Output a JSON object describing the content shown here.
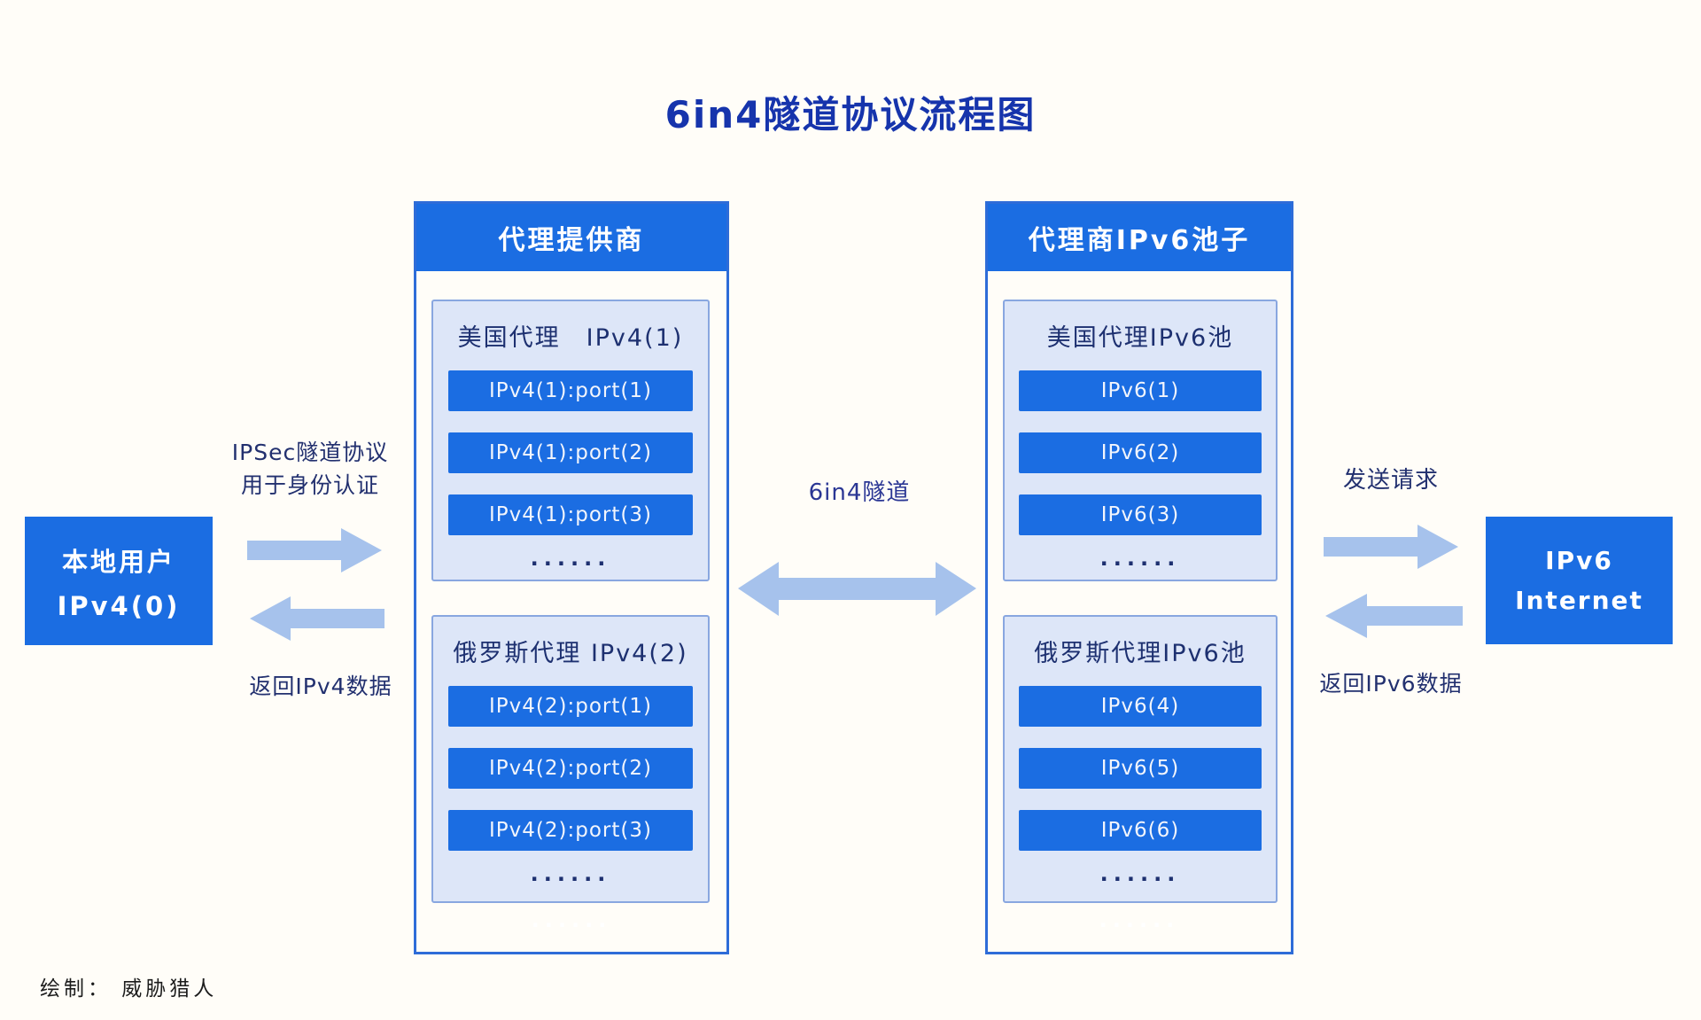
{
  "title": "6in4隧道协议流程图",
  "credit": "绘制： 威胁猎人",
  "colors": {
    "background": "#fffdf8",
    "accent_blue": "#1b6de2",
    "title_blue": "#1634ac",
    "navy_text": "#22306f",
    "arrow_blue": "#a6c2ec",
    "panel_fill": "#dde6f8",
    "panel_border": "#89a7e0",
    "container_border": "#2e6cd8"
  },
  "local_user": {
    "line1": "本地用户",
    "line2": "IPv4(0)"
  },
  "left_flow": {
    "request_label_line1": "IPSec隧道协议",
    "request_label_line2": "用于身份认证",
    "return_label": "返回IPv4数据"
  },
  "tunnel": {
    "label": "6in4隧道"
  },
  "right_flow": {
    "request_label": "发送请求",
    "return_label": "返回IPv6数据"
  },
  "internet": {
    "line1": "IPv6",
    "line2": "Internet"
  },
  "provider_panel": {
    "header": "代理提供商",
    "groups": [
      {
        "title": "美国代理　IPv4(1)",
        "items": [
          "IPv4(1):port(1)",
          "IPv4(1):port(2)",
          "IPv4(1):port(3)"
        ],
        "ellipsis": "......"
      },
      {
        "title": "俄罗斯代理 IPv4(2)",
        "items": [
          "IPv4(2):port(1)",
          "IPv4(2):port(2)",
          "IPv4(2):port(3)"
        ],
        "ellipsis": "......"
      }
    ],
    "footer_ellipsis": "......"
  },
  "pool_panel": {
    "header": "代理商IPv6池子",
    "groups": [
      {
        "title": "美国代理IPv6池",
        "items": [
          "IPv6(1)",
          "IPv6(2)",
          "IPv6(3)"
        ],
        "ellipsis": "......"
      },
      {
        "title": "俄罗斯代理IPv6池",
        "items": [
          "IPv6(4)",
          "IPv6(5)",
          "IPv6(6)"
        ],
        "ellipsis": "......"
      }
    ],
    "footer_ellipsis": "......"
  }
}
